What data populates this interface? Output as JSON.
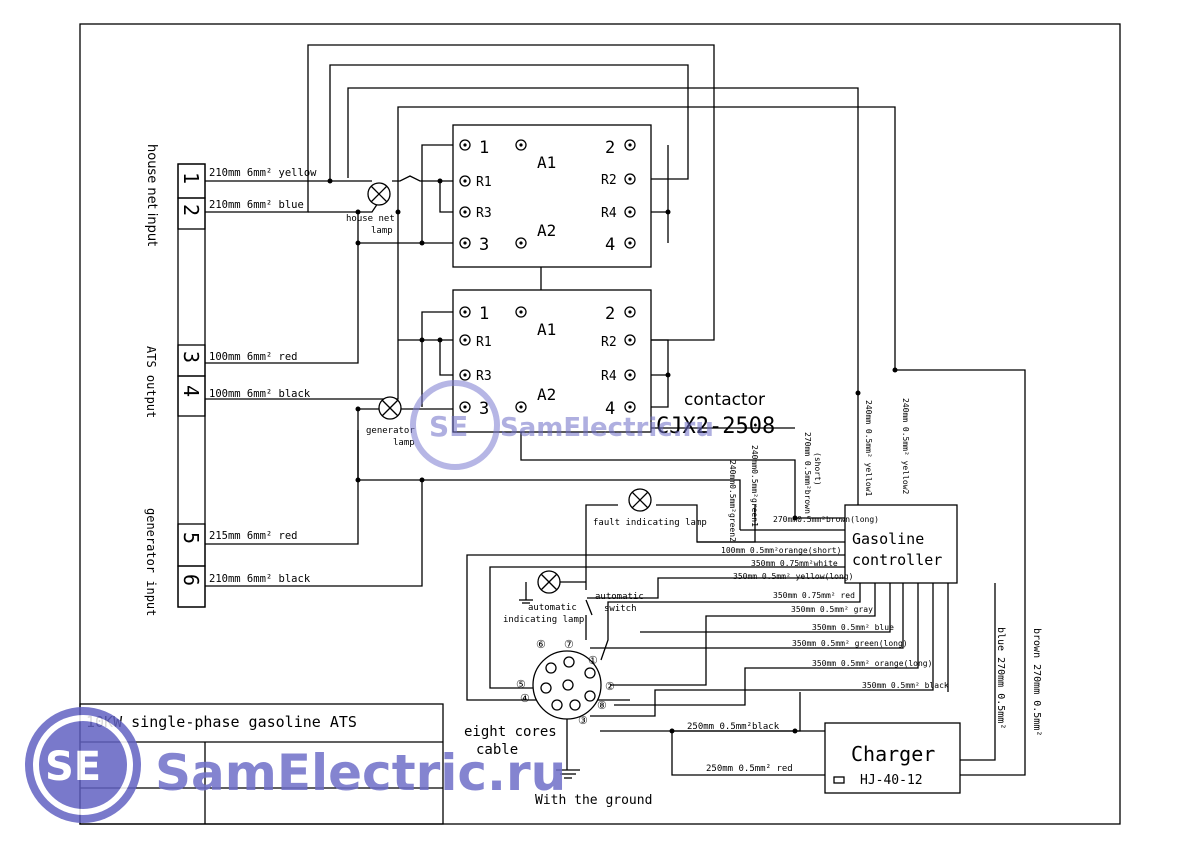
{
  "terminal_block": {
    "numbers": [
      "1",
      "2",
      "3",
      "4",
      "5",
      "6"
    ],
    "house_net_input": "house net input",
    "ats_output": "ATS output",
    "generator_input": "generator input"
  },
  "terminal_wires": {
    "w1": "210mm 6mm² yellow",
    "w2": "210mm 6mm² blue",
    "w3": "100mm 6mm² red",
    "w4": "100mm 6mm² black",
    "w5": "215mm 6mm² red",
    "w6": "210mm 6mm² black"
  },
  "lamps": {
    "house_net_1": "house net",
    "house_net_2": "lamp",
    "generator_1": "generator",
    "generator_2": "lamp",
    "fault": "fault indicating lamp",
    "automatic_1": "automatic",
    "automatic_2": "indicating lamp"
  },
  "contactor": {
    "left": [
      "1",
      "R1",
      "R3",
      "3"
    ],
    "right": [
      "2",
      "R2",
      "R4",
      "4"
    ],
    "a1": "A1",
    "a2": "A2",
    "label": "contactor",
    "model": "CJX2-2508"
  },
  "diag_wires": {
    "d1": "240mm0.5mm²green2",
    "d2": "240mm0.5mm²green1",
    "d3_1": "270mm 0.5mm²brown",
    "d3_2": "(short)",
    "d4": "240mm 0.5mm² yellow1",
    "d5": "240mm 0.5mm² yellow2"
  },
  "controller": {
    "line1": "Gasoline",
    "line2": "controller",
    "wires": [
      "270mm0.5mm²brown(long)",
      "100mm 0.5mm²orange(short)",
      "350mm 0.75mm²white",
      "350mm 0.5mm² yellow(long)",
      "350mm 0.75mm² red",
      "350mm 0.5mm² gray",
      "350mm 0.5mm² blue",
      "350mm 0.5mm² green(long)",
      "350mm 0.5mm² orange(long)",
      "350mm 0.5mm² black"
    ]
  },
  "switch": {
    "line1": "automatic",
    "line2": "switch"
  },
  "connector": {
    "pins": [
      "①",
      "②",
      "③",
      "④",
      "⑤",
      "⑥",
      "⑦",
      "⑧"
    ],
    "label1": "eight cores",
    "label2": "cable",
    "ground": "With the ground"
  },
  "charger": {
    "name": "Charger",
    "model": "HJ-40-12",
    "black": "250mm  0.5mm²black",
    "red": "250mm  0.5mm²  red",
    "blue": "blue  270mm  0.5mm²",
    "brown": "brown  270mm  0.5mm²"
  },
  "title_block": {
    "title": "10KW single-phase gasoline ATS"
  },
  "watermark": {
    "text": "SamElectric.ru",
    "logo": "SE"
  }
}
